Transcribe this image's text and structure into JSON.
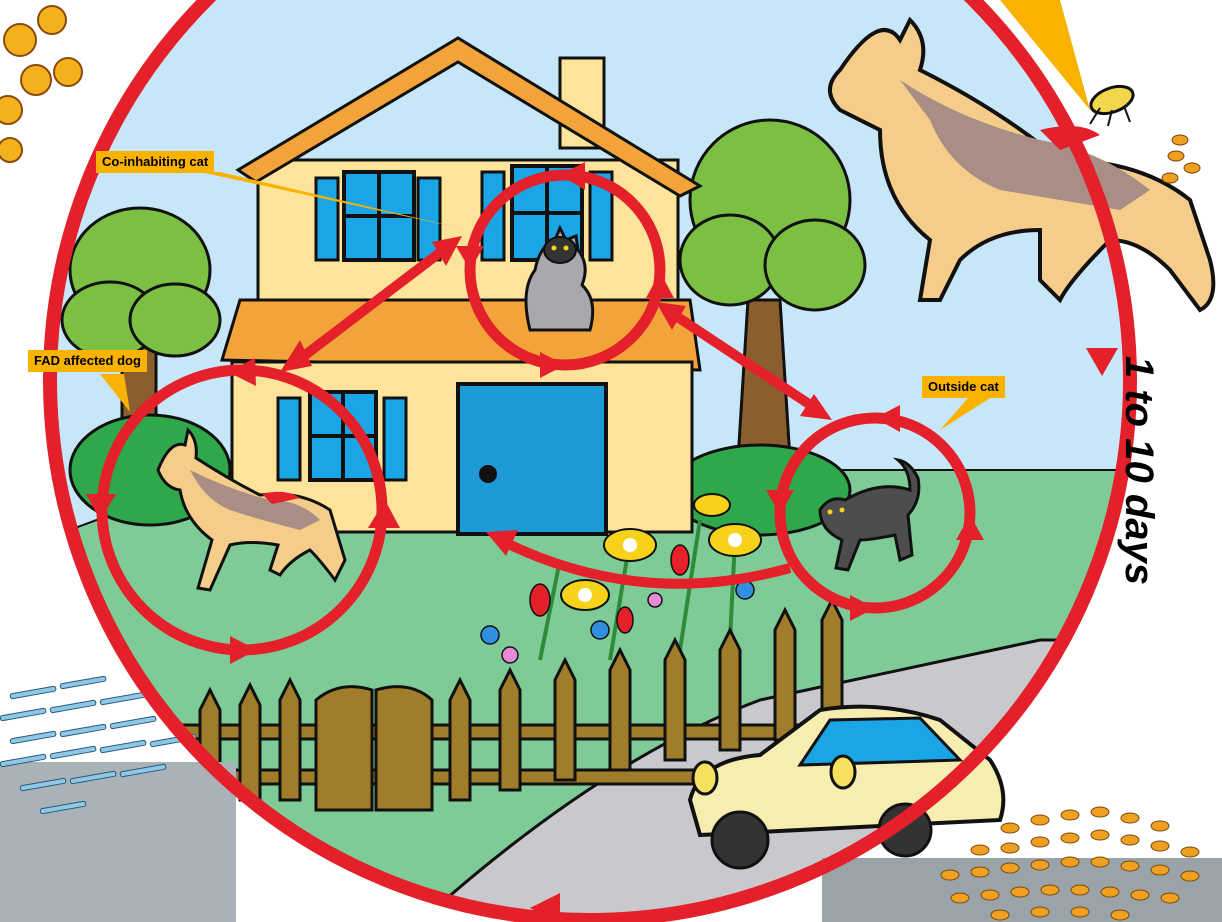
{
  "labels": {
    "cohabiting_cat": "Co-inhabiting cat",
    "fad_dog": "FAD affected dog",
    "outside_cat": "Outside cat",
    "duration": "1 to 10 days"
  },
  "colors": {
    "sky": "#c7e6f7",
    "grass": "#7ecb97",
    "cycle_red": "#e4202a",
    "callout": "#f9b200",
    "house_wall": "#fde49a",
    "roof": "#f2a43a",
    "window": "#1aa6e6",
    "door": "#1f9ad8",
    "fence": "#a07d2a",
    "car": "#f6eeb0",
    "tree": "#7bc043",
    "trunk": "#8b5e2e"
  }
}
